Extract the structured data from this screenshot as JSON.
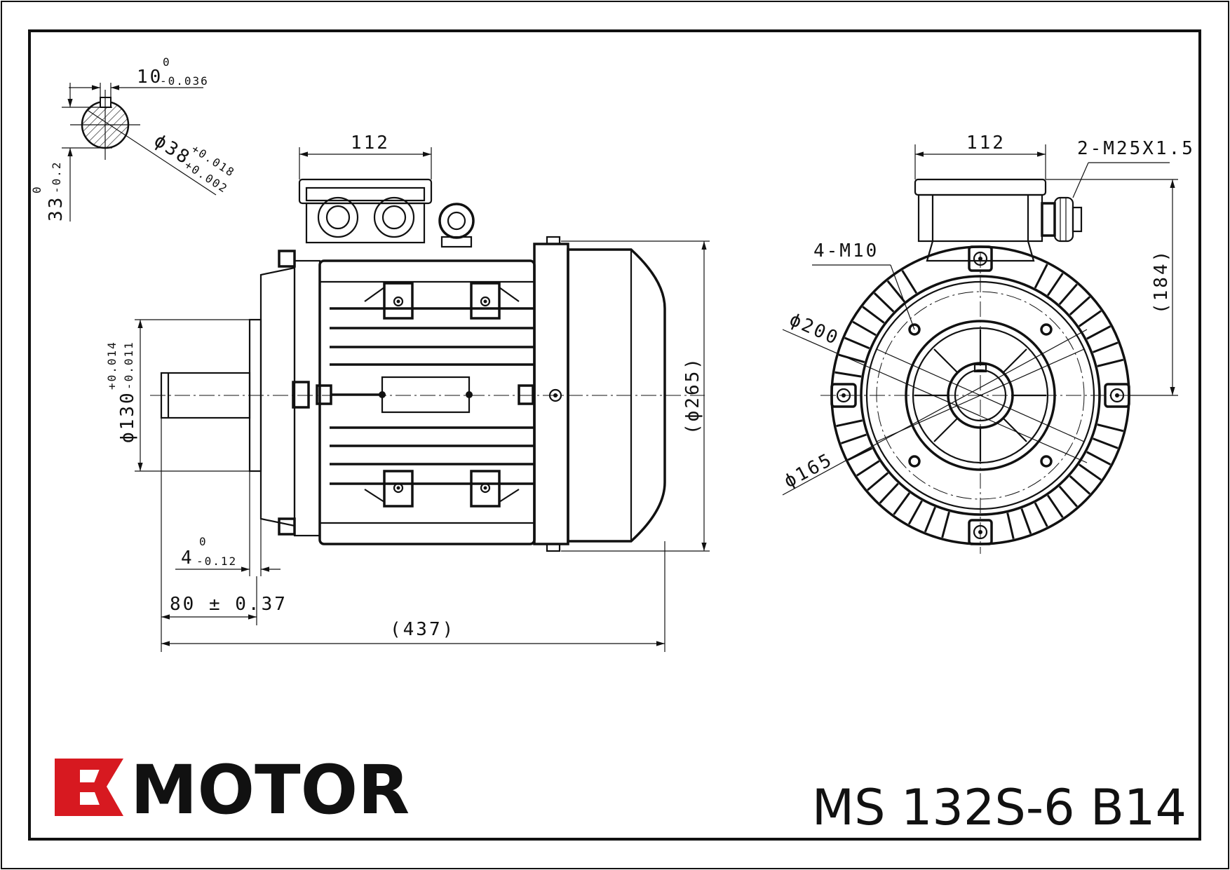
{
  "brand": {
    "logo_mark": "EK",
    "name": "MOTOR",
    "logo_red": "#d71920"
  },
  "model": "MS 132S-6 B14",
  "shaft_section": {
    "key_width": "10",
    "key_width_tol_upper": "0",
    "key_width_tol_lower": "-0.036",
    "key_height": "33",
    "key_height_tol_upper": "0",
    "key_height_tol_lower": "-0.2",
    "shaft_dia": "ϕ38",
    "shaft_dia_tol_upper": "+0.018",
    "shaft_dia_tol_lower": "+0.002"
  },
  "side_view": {
    "terminal_box_width": "112",
    "flange_spigot": "ϕ130",
    "flange_spigot_tol_upper": "+0.014",
    "flange_spigot_tol_lower": "-0.011",
    "overall_dia": "(ϕ265)",
    "spigot_depth": "4",
    "spigot_depth_tol_upper": "0",
    "spigot_depth_tol_lower": "-0.12",
    "shaft_length": "80 ± 0.37",
    "overall_length": "(437)"
  },
  "front_view": {
    "terminal_box_width": "112",
    "cable_glands": "2-M25X1.5",
    "flange_holes": "4-M10",
    "pcd": "ϕ200",
    "spigot_dia": "ϕ165",
    "box_height": "(184)"
  }
}
